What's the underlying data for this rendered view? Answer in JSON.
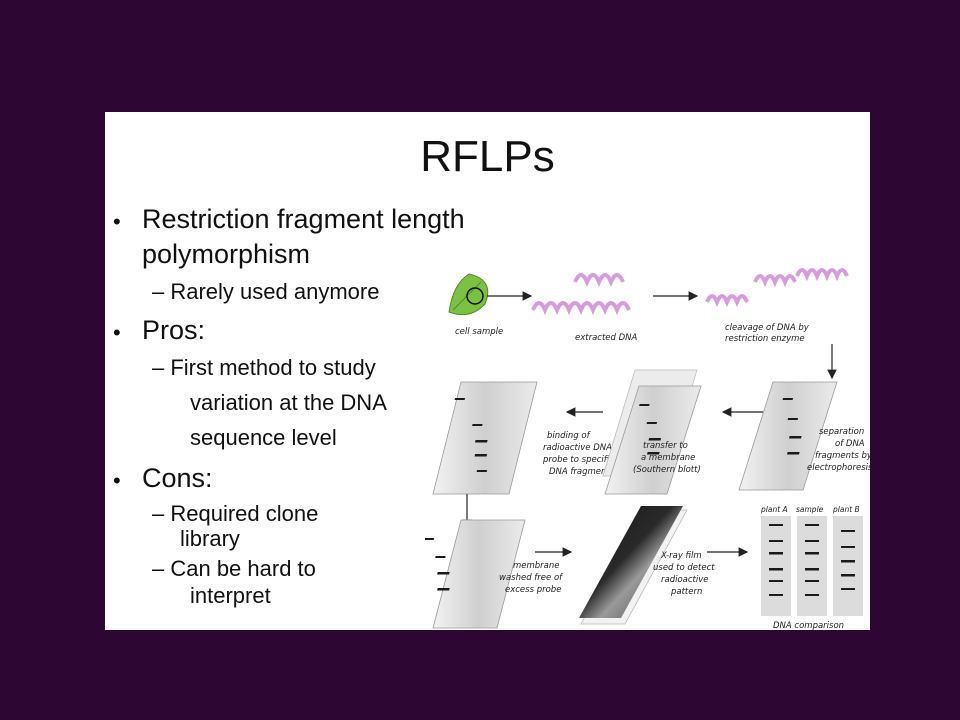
{
  "slide": {
    "title": "RFLPs",
    "bullets": [
      {
        "text": "Restriction fragment length",
        "cont": "polymorphism"
      },
      {
        "text": "Pros:"
      },
      {
        "text": "Cons:"
      }
    ],
    "sub_bullets": {
      "rarely": "– Rarely used anymore",
      "first": "– First method to study",
      "first_cont1": "variation at the DNA",
      "first_cont2": "sequence level",
      "clone": "– Required clone",
      "clone_cont": "library",
      "hard": "– Can be hard to",
      "hard_cont": "interpret"
    }
  },
  "diagram": {
    "captions": {
      "cell_sample": "cell sample",
      "extracted_dna": "extracted DNA",
      "cleavage_1": "cleavage of DNA by",
      "cleavage_2": "restriction enzyme",
      "binding_1": "binding of",
      "binding_2": "radioactive DNA",
      "binding_3": "probe to specific",
      "binding_4": "DNA fragments",
      "transfer_1": "transfer to",
      "transfer_2": "a membrane",
      "transfer_3": "(Southern blott)",
      "separation_1": "separation",
      "separation_2": "of DNA",
      "separation_3": "fragments by",
      "separation_4": "electrophoresis",
      "membrane_1": "membrane",
      "membrane_2": "washed free of",
      "membrane_3": "excess probe",
      "xray_1": "X-ray film",
      "xray_2": "used to detect",
      "xray_3": "radioactive",
      "xray_4": "pattern",
      "plant_a": "plant A",
      "sample": "sample",
      "plant_b": "plant B",
      "comparison": "DNA comparison"
    },
    "colors": {
      "leaf": "#7cc242",
      "dna": "#d99be0",
      "gel": "#d4d4d4",
      "band": "#1a1a1a"
    }
  }
}
